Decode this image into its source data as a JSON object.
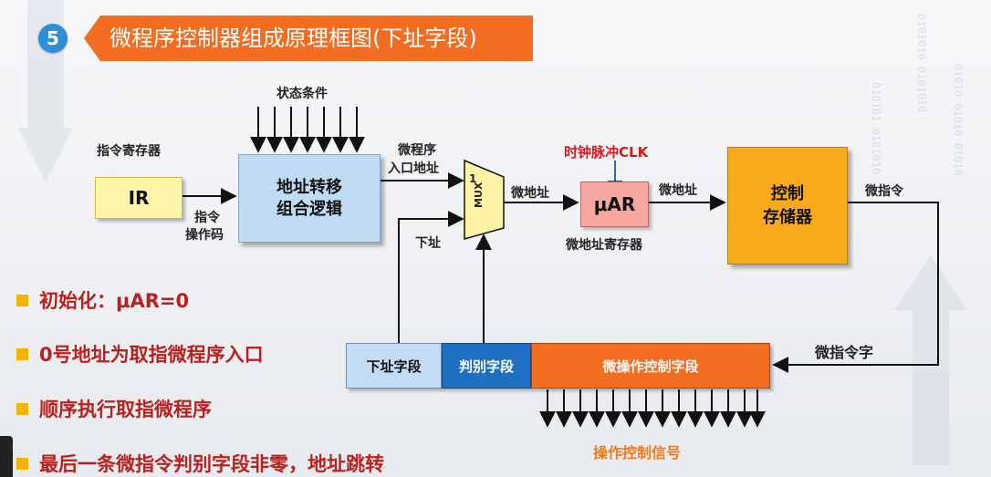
{
  "header": {
    "slide_number": "5",
    "title": "微程序控制器组成原理框图(下址字段)"
  },
  "diagram": {
    "ir_caption": "指令寄存器",
    "ir_box": "IR",
    "opcode_label_1": "指令",
    "opcode_label_2": "操作码",
    "status_label": "状态条件",
    "addr_box_line1": "地址转移",
    "addr_box_line2": "组合逻辑",
    "entry_label_1": "微程序",
    "entry_label_2": "入口地址",
    "next_label": "下址",
    "mux_input": "1",
    "mux_label": "MUX",
    "mux_out_label": "微地址",
    "clk_label": "时钟脉冲CLK",
    "uar_box": "μAR",
    "uar_caption": "微地址寄存器",
    "uar_out_label": "微地址",
    "cs_line1": "控制",
    "cs_line2": "存储器",
    "cs_out_label": "微指令",
    "word_label": "微指令字",
    "field_next": "下址字段",
    "field_judge": "判别字段",
    "field_ops": "微操作控制字段",
    "ops_signal_label": "操作控制信号"
  },
  "bullets": [
    "初始化：μAR=0",
    "0号地址为取指微程序入口",
    "顺序执行取指微程序",
    "最后一条微指令判别字段非零，地址跳转"
  ],
  "colors": {
    "title_bar": "#f26d21",
    "badge": "#2f8fd6",
    "bullet_square": "#f1b400",
    "bullet_text": "#b8211f",
    "ir_box": "#fff4a8",
    "addr_box": "#bfdcf4",
    "uar_box": "#f6a8a0",
    "cs_box": "#f8aa1c",
    "field_next": "#c3dcf6",
    "field_judge": "#1f6fc2",
    "field_ops": "#f26d21"
  }
}
